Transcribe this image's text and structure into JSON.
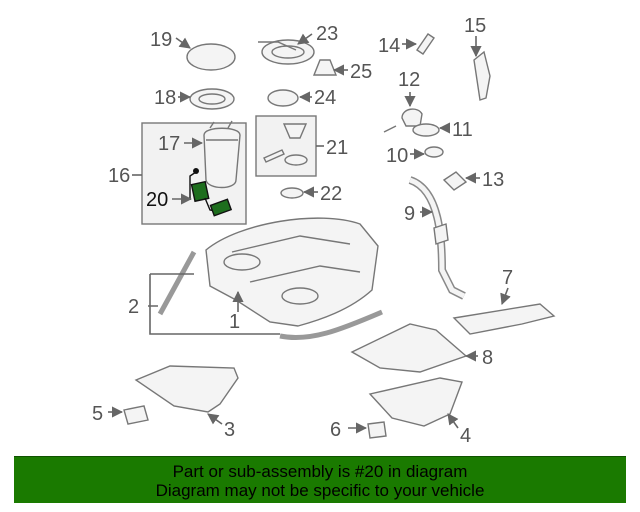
{
  "callouts": [
    "1",
    "2",
    "3",
    "4",
    "5",
    "6",
    "7",
    "8",
    "9",
    "10",
    "11",
    "12",
    "13",
    "14",
    "15",
    "16",
    "17",
    "18",
    "19",
    "20",
    "21",
    "22",
    "23",
    "24",
    "25"
  ],
  "highlight_callout": "20",
  "banner": {
    "line1": "Part or sub-assembly is #20 in diagram",
    "line2": "Diagram may not be specific to your vehicle"
  },
  "colors": {
    "banner": "#1a7a00",
    "highlight": "#1e6e1e"
  }
}
